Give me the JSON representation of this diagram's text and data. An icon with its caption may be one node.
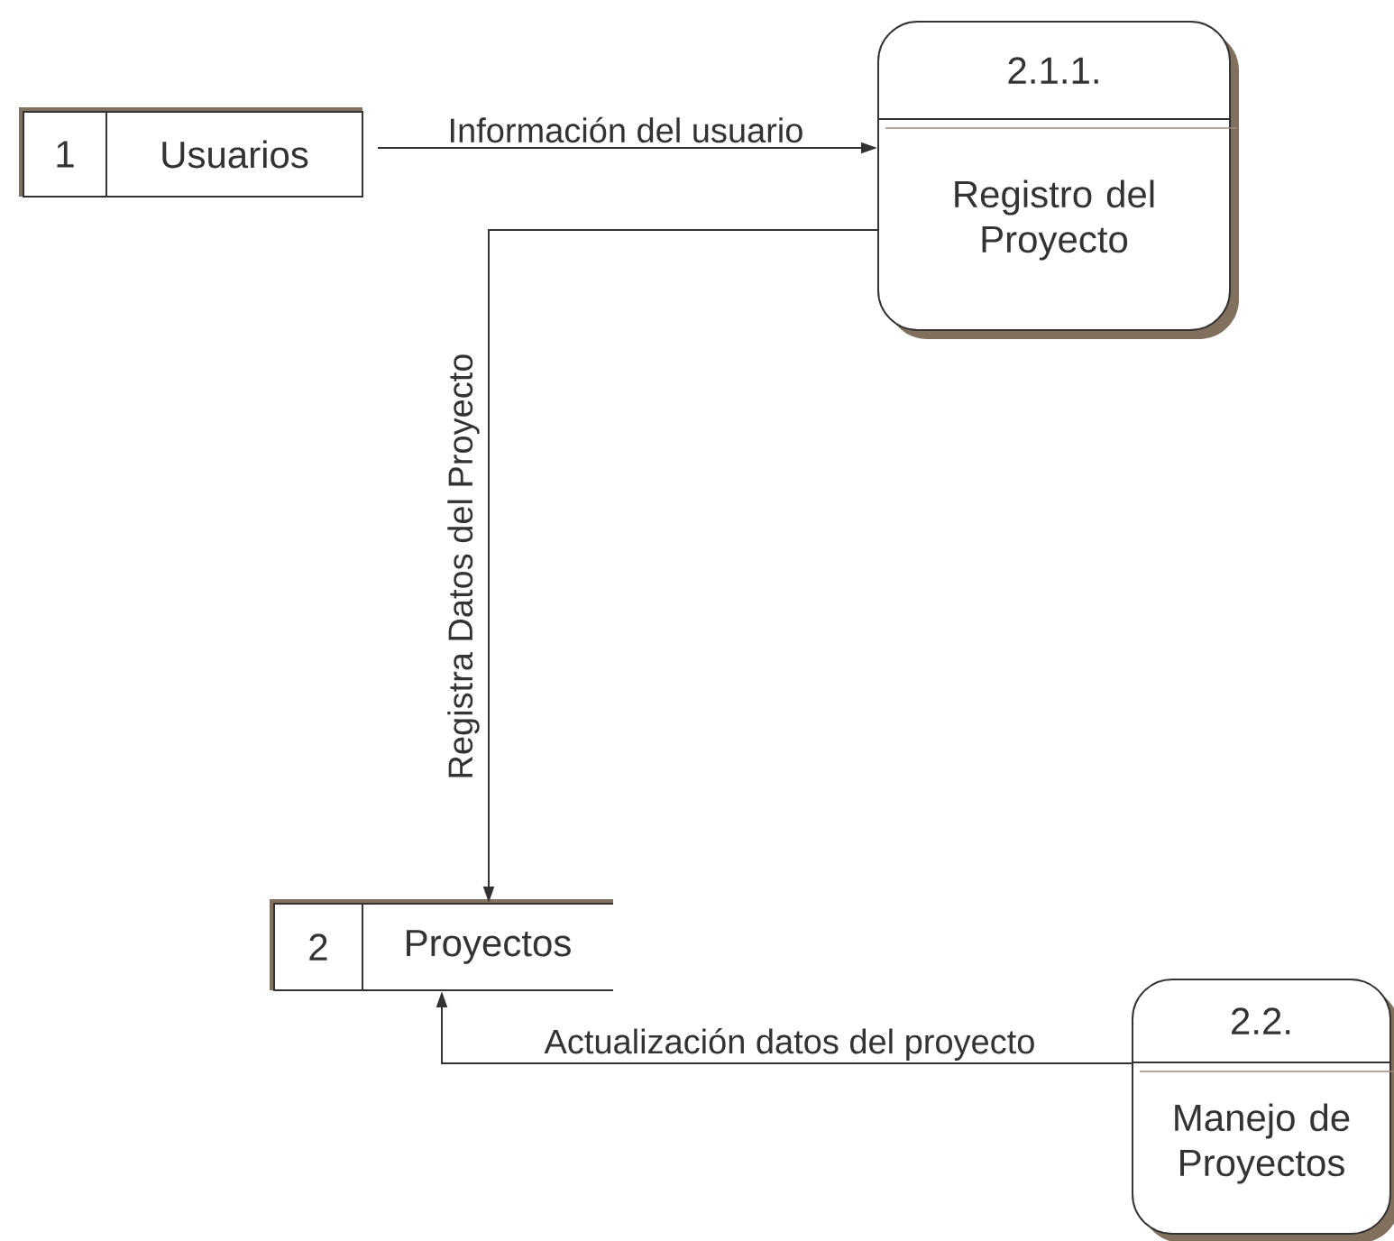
{
  "diagram": {
    "nodes": [
      {
        "text": [
          "1",
          "Usuarios"
        ]
      },
      {
        "text": [
          "2.1.1.",
          "Registro del Proyecto"
        ]
      },
      {
        "text": [
          "2",
          "Proyectos"
        ]
      },
      {
        "text": [
          "2.2.",
          "Manejo de Proyectos"
        ]
      }
    ],
    "edges": [
      {
        "from": 0,
        "to": 1,
        "arrow": "to",
        "label": "Información del usuario"
      },
      {
        "from": 1,
        "to": 2,
        "arrow": "to",
        "label": "Registra Datos del Proyecto"
      },
      {
        "from": 3,
        "to": 2,
        "arrow": "to",
        "label": "Actualización datos del proyecto"
      }
    ]
  }
}
